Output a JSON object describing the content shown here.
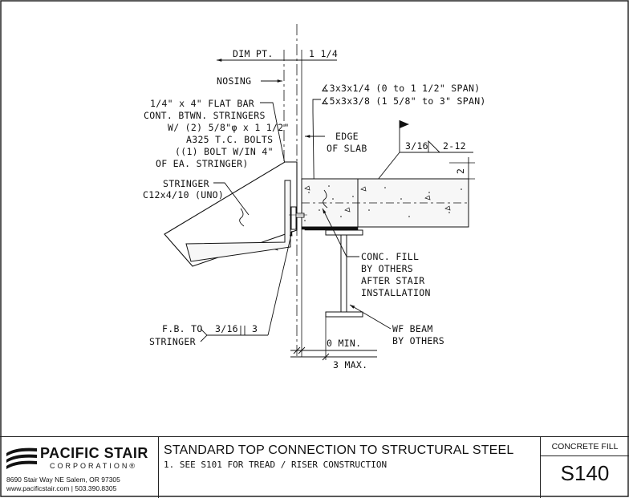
{
  "labels": {
    "dim_pt": "DIM PT.",
    "dim_1_1_4": "1 1/4",
    "nosing": "NOSING",
    "angle_1": "∡3x3x1/4 (0 to 1 1/2\" SPAN)",
    "angle_2": "∡5x3x3/8 (1 5/8\" to 3\" SPAN)",
    "flat_bar_1": "1/4\" x 4\" FLAT BAR",
    "flat_bar_2": "CONT. BTWN. STRINGERS",
    "flat_bar_3": "W/ (2) 5/8\"φ x 1 1/2\"",
    "flat_bar_4": "A325 T.C. BOLTS",
    "flat_bar_5": "((1) BOLT W/IN 4\"",
    "flat_bar_6": "OF EA. STRINGER)",
    "edge_1": "EDGE",
    "edge_2": "OF SLAB",
    "weld_top": "3/16",
    "weld_top_pitch": "2-12",
    "dim_2": "2",
    "stringer_1": "STRINGER",
    "stringer_2": "C12x4/10 (UNO)",
    "conc_1": "CONC. FILL",
    "conc_2": "BY OTHERS",
    "conc_3": "AFTER STAIR",
    "conc_4": "INSTALLATION",
    "fb_1": "F.B. TO",
    "fb_2": "STRINGER",
    "fb_weld": "3/16",
    "fb_weld_len": "3",
    "beam_1": "WF BEAM",
    "beam_2": "BY OTHERS",
    "min": "0 MIN.",
    "max": "3 MAX."
  },
  "title_block": {
    "company": "PACIFIC STAIR",
    "company_sub": "CORPORATION®",
    "address": "8690 Stair Way NE Salem, OR 97305",
    "web_phone": "www.pacificstair.com  |  503.390.8305",
    "title": "STANDARD TOP CONNECTION TO STRUCTURAL STEEL",
    "note": "1.  SEE S101 FOR TREAD / RISER CONSTRUCTION",
    "category": "CONCRETE FILL",
    "sheet_number": "S140"
  },
  "colors": {
    "line": "#111111",
    "fill_light": "#f2f2f2"
  }
}
